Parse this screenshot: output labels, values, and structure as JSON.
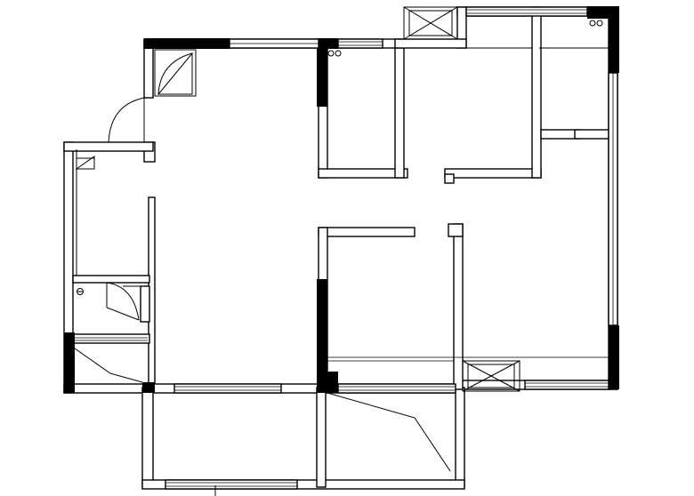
{
  "drawing": {
    "type": "floor-plan",
    "annotations": [],
    "colors": {
      "line": "#000000",
      "wall_fill": "#ffffff",
      "column_fill": "#000000",
      "background": "#ffffff"
    },
    "symbols": [
      "door-swing-arc",
      "window-pane",
      "shaft-cross",
      "column",
      "drain-fixture"
    ]
  }
}
